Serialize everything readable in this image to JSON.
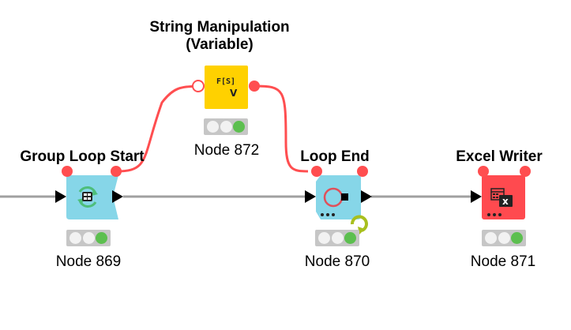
{
  "workflow": {
    "colors": {
      "loop_node": "#86d6e8",
      "manipulator_node": "#ffd100",
      "sink_node": "#ff4a4f",
      "flow_variable_port": "#ff4e50",
      "data_connection": "#a0a0a0",
      "status_green": "#5cbf4f",
      "status_off": "#f2f2f2"
    },
    "nodes": [
      {
        "id": "869",
        "title": "Group Loop Start",
        "label": "Node 869",
        "type": "loop-start",
        "status": [
          "off",
          "off",
          "green"
        ]
      },
      {
        "id": "872",
        "title_line1": "String Manipulation",
        "title_line2": "(Variable)",
        "label": "Node 872",
        "type": "manipulator",
        "icon_text_top": "F[S]",
        "icon_text_bottom": "V",
        "status": [
          "off",
          "off",
          "green"
        ]
      },
      {
        "id": "870",
        "title": "Loop End",
        "label": "Node 870",
        "type": "loop-end",
        "status": [
          "off",
          "off",
          "green"
        ]
      },
      {
        "id": "871",
        "title": "Excel Writer",
        "label": "Node 871",
        "type": "sink",
        "icon_text": "x",
        "status": [
          "off",
          "off",
          "green"
        ]
      }
    ],
    "connections": [
      {
        "from": "external",
        "to": "869",
        "kind": "data"
      },
      {
        "from": "869",
        "to": "870",
        "kind": "data"
      },
      {
        "from": "870",
        "to": "871",
        "kind": "data"
      },
      {
        "from": "869",
        "to": "872",
        "kind": "flow-variable"
      },
      {
        "from": "872",
        "to": "870",
        "kind": "flow-variable"
      }
    ]
  }
}
